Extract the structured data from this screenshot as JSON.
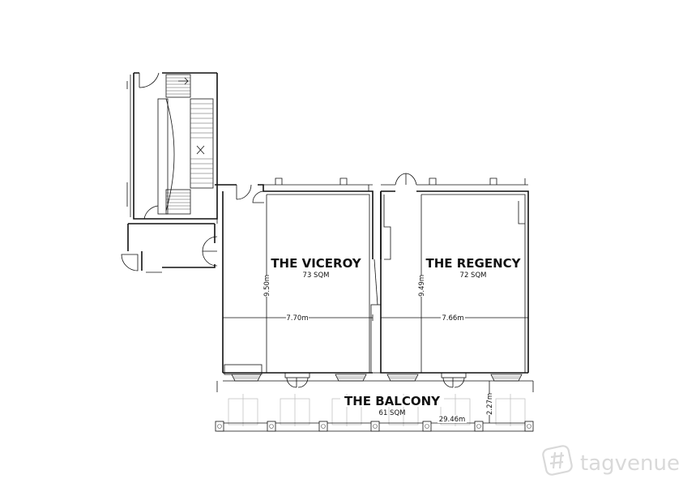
{
  "rooms": {
    "viceroy": {
      "name": "THE VICEROY",
      "area": "73 SQM",
      "depth": "9.50m",
      "width": "7.70m"
    },
    "regency": {
      "name": "THE REGENCY",
      "area": "72 SQM",
      "depth": "9.49m",
      "width": "7.66m"
    },
    "balcony": {
      "name": "THE BALCONY",
      "area": "61 SQM",
      "depth": "2.27m",
      "width": "29.46m"
    }
  },
  "watermark": {
    "text": "tagvenue",
    "icon": "tagvenue-logo-icon",
    "color": "#d9d9d9"
  }
}
